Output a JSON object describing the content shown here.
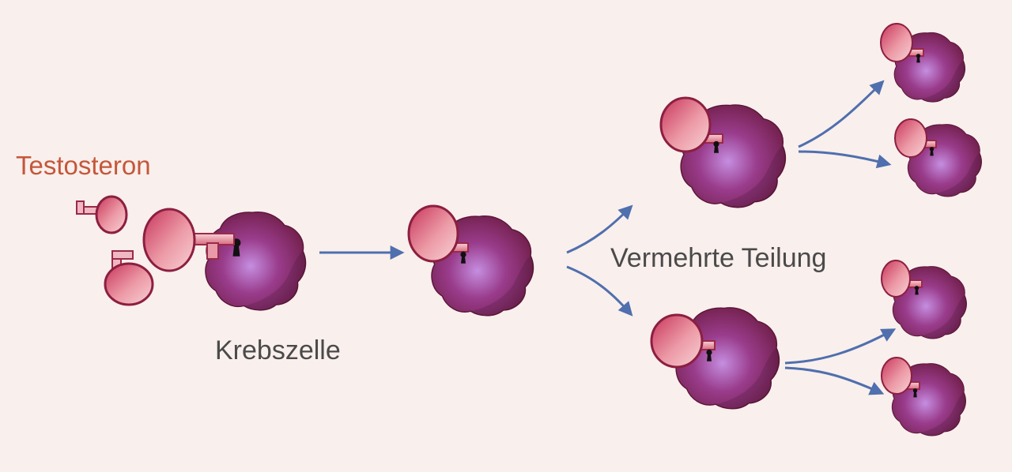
{
  "labels": {
    "hormone": "Testosteron",
    "cell": "Krebszelle",
    "division": "Vermehrte Teilung"
  },
  "colors": {
    "background": "#f9efec",
    "hormone_label": "#c4573a",
    "text": "#4a4a4a",
    "arrow": "#4f6fae",
    "cell_dark": "#6e1d45",
    "cell_light": "#c58ee0",
    "key_light": "#f8d2d6",
    "key_dark": "#c7345a",
    "keyhole": "#111111"
  },
  "icons": {
    "cell": "cancer-cell-icon",
    "key": "testosterone-key-icon",
    "arrow": "arrow-icon"
  }
}
